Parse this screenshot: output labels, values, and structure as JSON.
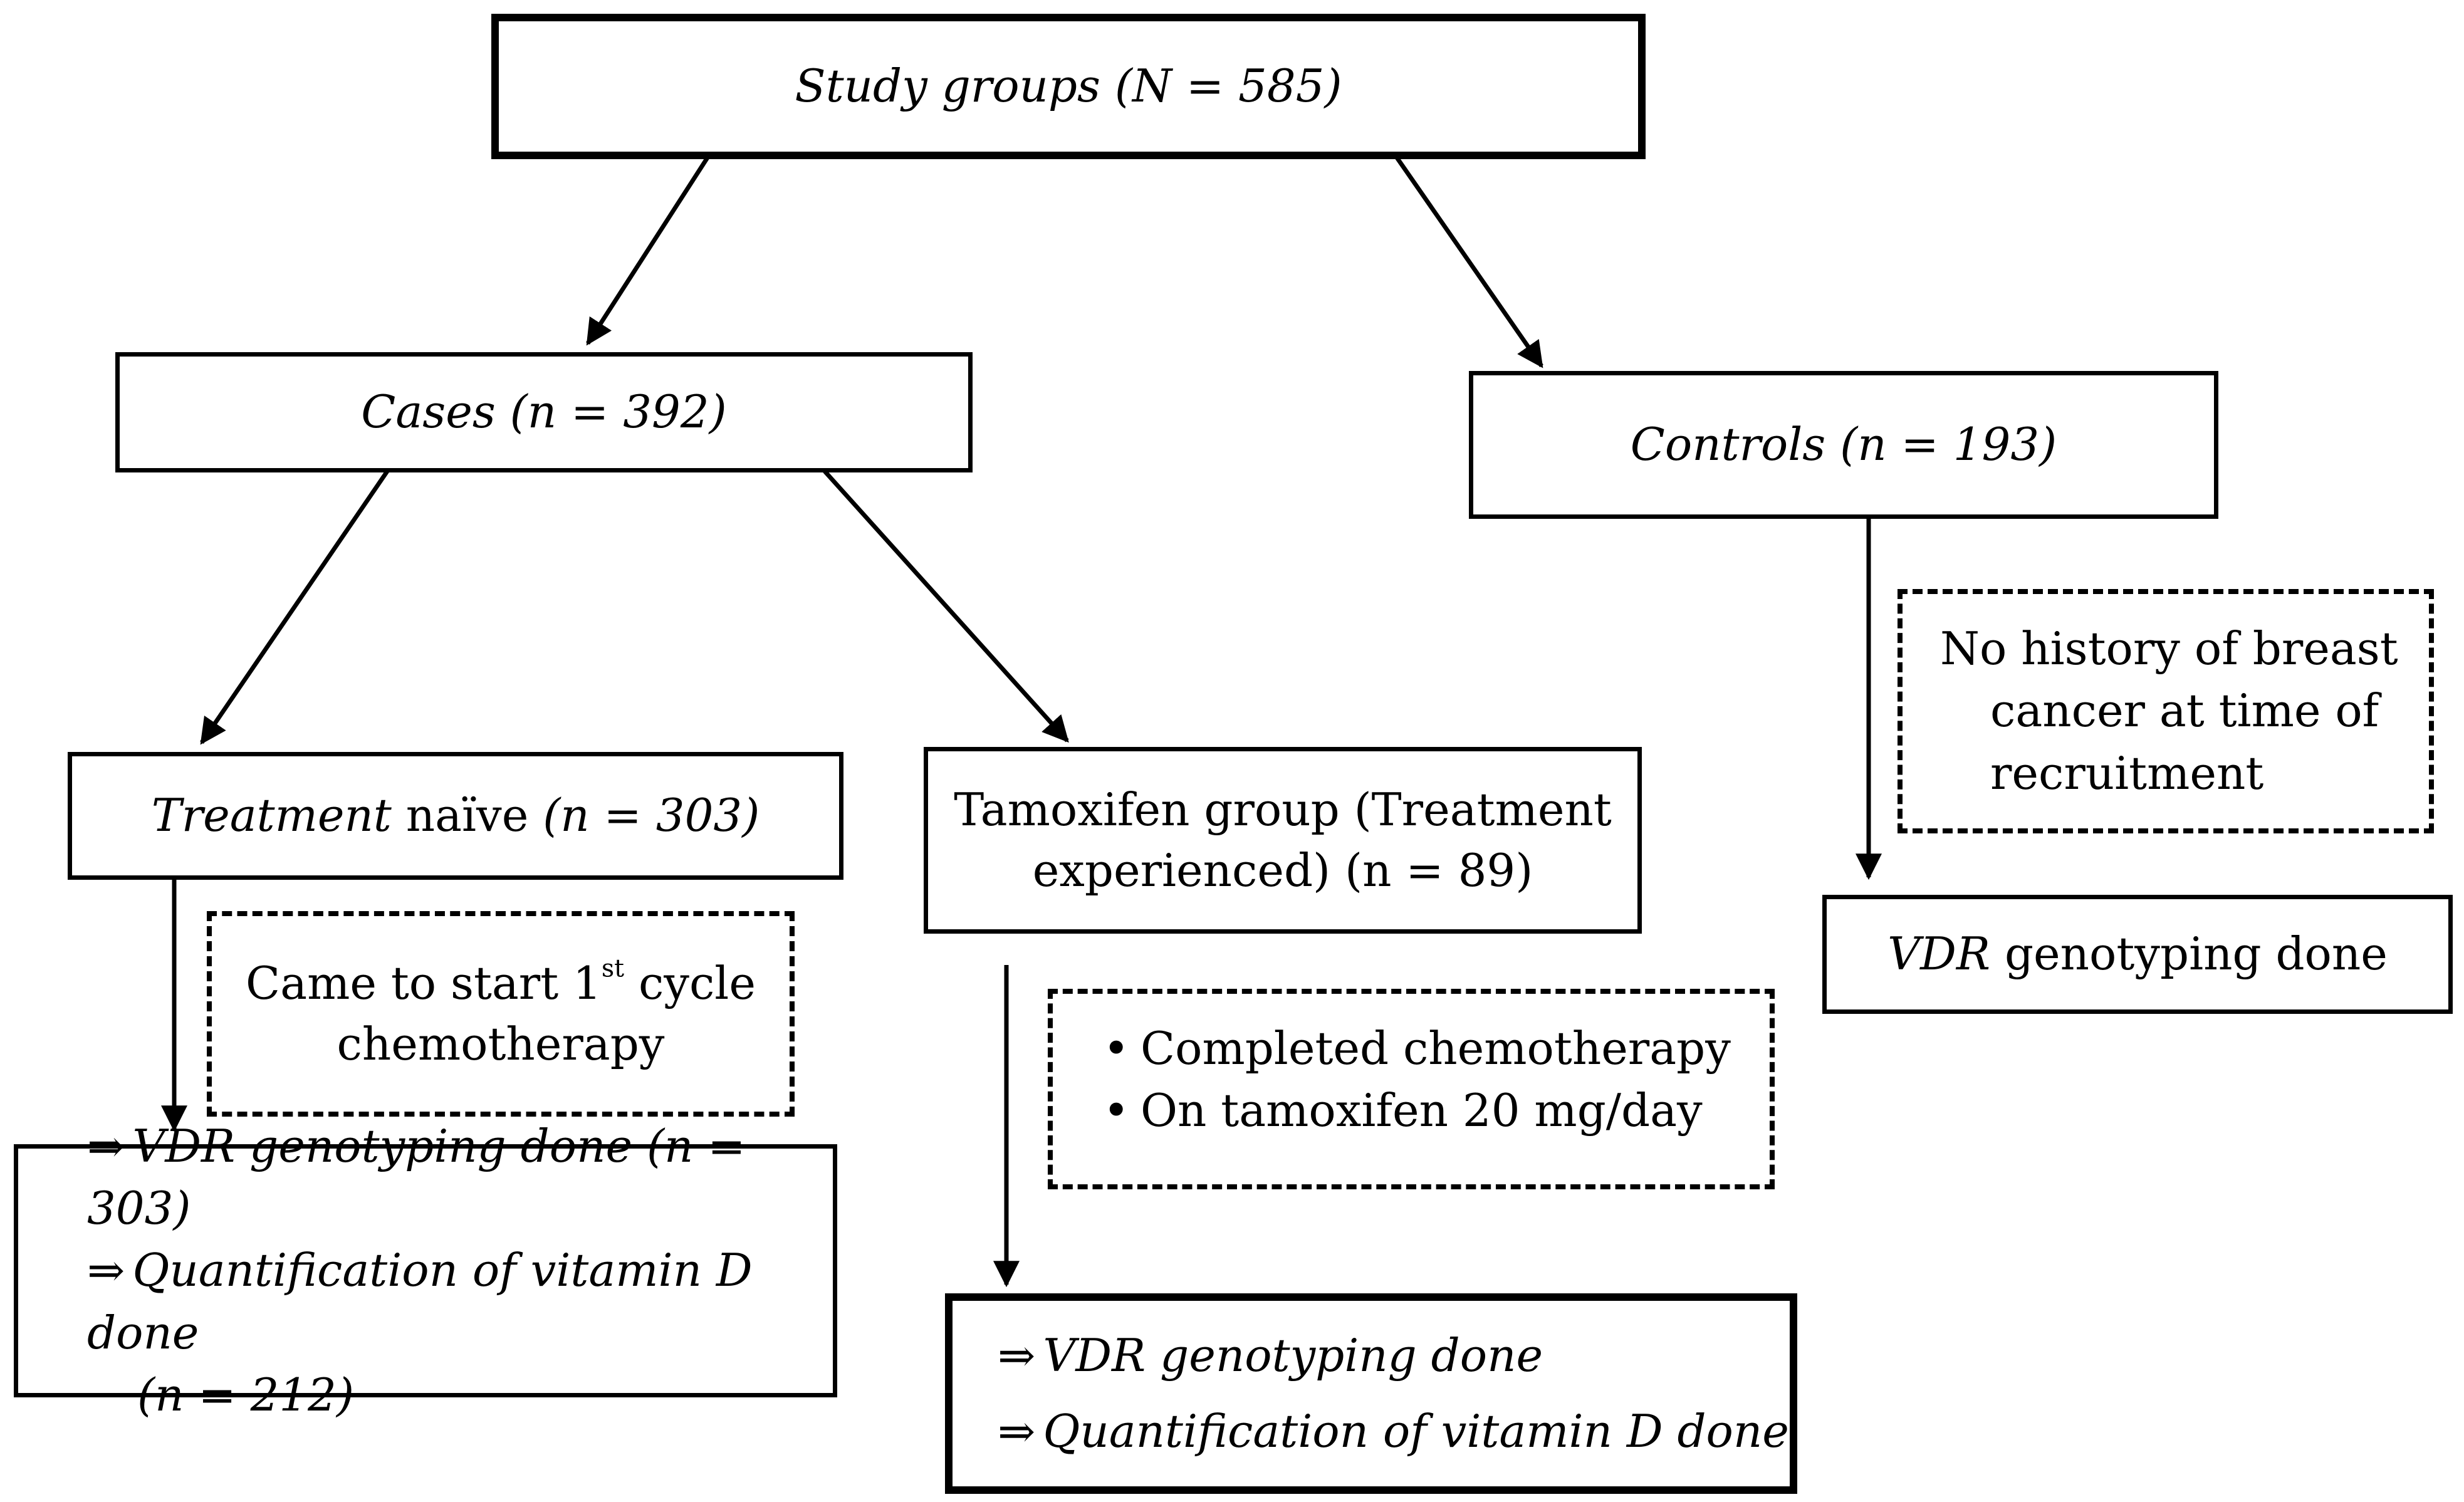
{
  "nodes": {
    "study_groups": {
      "label": "Study groups (N = 585)"
    },
    "cases": {
      "label": "Cases (n = 392)"
    },
    "controls": {
      "label": "Controls (n = 193)"
    },
    "treatment_naive": {
      "label_part1": "Treatment",
      "label_part2": " naïve ",
      "label_part3": "(n = 303)"
    },
    "tamoxifen": {
      "line1": "Tamoxifen group (Treatment",
      "line2": "experienced) (n = 89)"
    },
    "naive_criteria": {
      "line1_pre": "Came to start 1",
      "line1_sup": "st",
      "line1_post": " cycle",
      "line2": "chemotherapy"
    },
    "tamoxifen_criteria": {
      "items": [
        "Completed chemotherapy",
        "On tamoxifen 20 mg/day"
      ]
    },
    "controls_criteria": {
      "line1": "No history of breast",
      "line2": "cancer at time of",
      "line3": "recruitment"
    },
    "controls_outcome": {
      "label_italic": "VDR",
      "label_rest": " genotyping done"
    },
    "naive_outcome": {
      "arrow": "⇒",
      "line1": "VDR genotyping done (n = 303)",
      "line2": "Quantification of vitamin D done",
      "line3": "(n = 212)"
    },
    "tamoxifen_outcome": {
      "arrow": "⇒",
      "line1": "VDR genotyping done",
      "line2": "Quantification of vitamin D done"
    }
  },
  "edges": [
    {
      "from": "study_groups",
      "to": "cases"
    },
    {
      "from": "study_groups",
      "to": "controls"
    },
    {
      "from": "cases",
      "to": "treatment_naive"
    },
    {
      "from": "cases",
      "to": "tamoxifen"
    },
    {
      "from": "treatment_naive",
      "to": "naive_outcome"
    },
    {
      "from": "tamoxifen",
      "to": "tamoxifen_outcome"
    },
    {
      "from": "controls",
      "to": "controls_outcome"
    }
  ],
  "colors": {
    "stroke": "#000000",
    "background": "#ffffff"
  }
}
